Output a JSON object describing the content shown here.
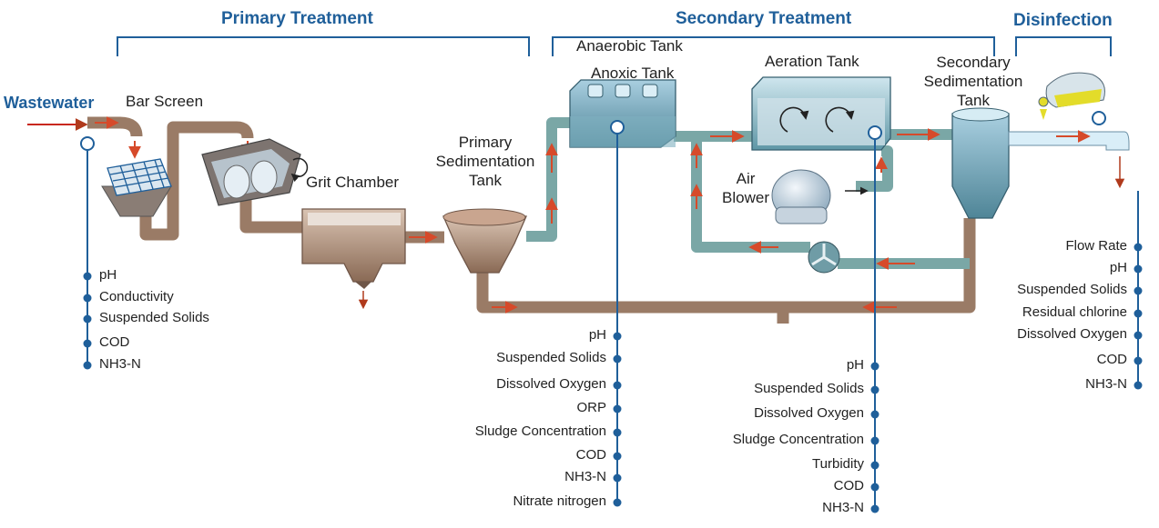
{
  "sections": {
    "primary": "Primary Treatment",
    "secondary": "Secondary Treatment",
    "disinfection": "Disinfection"
  },
  "inlet": {
    "label": "Wastewater"
  },
  "units": {
    "bar_screen": "Bar Screen",
    "grit_chamber": "Grit Chamber",
    "primary_sed_1": "Primary",
    "primary_sed_2": "Sedimentation",
    "primary_sed_3": "Tank",
    "anaerobic": "Anaerobic Tank",
    "anoxic": "Anoxic Tank",
    "aeration": "Aeration Tank",
    "air_blower_1": "Air",
    "air_blower_2": "Blower",
    "secondary_sed_1": "Secondary",
    "secondary_sed_2": "Sedimentation",
    "secondary_sed_3": "Tank"
  },
  "monitoring": {
    "inlet": [
      "pH",
      "Conductivity",
      "Suspended Solids",
      "COD",
      "NH3-N"
    ],
    "anoxic": [
      "pH",
      "Suspended Solids",
      "Dissolved Oxygen",
      "ORP",
      "Sludge Concentration",
      "COD",
      "NH3-N",
      "Nitrate nitrogen"
    ],
    "aeration": [
      "pH",
      "Suspended Solids",
      "Dissolved Oxygen",
      "Sludge Concentration",
      "Turbidity",
      "COD",
      "NH3-N"
    ],
    "outlet": [
      "Flow Rate",
      "pH",
      "Suspended Solids",
      "Residual chlorine",
      "Dissolved Oxygen",
      "COD",
      "NH3-N"
    ]
  },
  "colors": {
    "heading": "#1f5f9a",
    "pipe": "#9a7b66",
    "pipe_dark": "#6f5648",
    "water_pipe": "#7aa7a6",
    "tank": "#6fa3b0",
    "flow_arrow": "#d64a2a",
    "sensor_line": "#1f5f9a"
  },
  "icons": [
    "bar-screen-icon",
    "grit-rollers-icon",
    "air-blower-icon",
    "pump-icon",
    "chlorine-tank-icon",
    "sensor-gauge-icon"
  ]
}
